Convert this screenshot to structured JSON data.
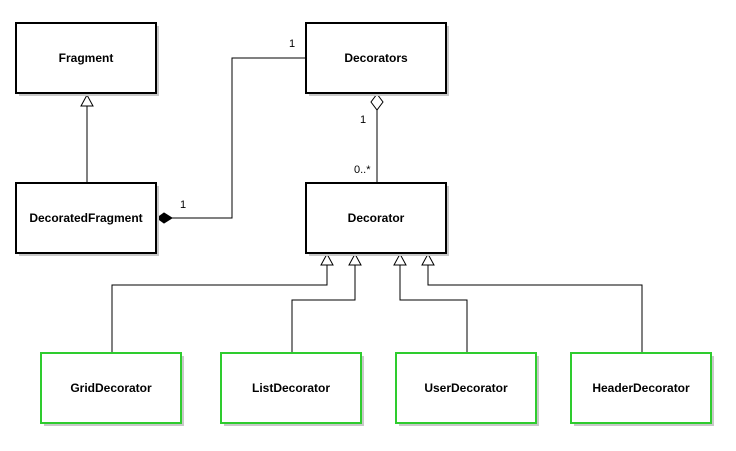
{
  "colors": {
    "background": "#ffffff",
    "default_border": "#000000",
    "highlight_border": "#2ecc2e",
    "box_fill": "#ffffff",
    "shadow": "#c8c8c8"
  },
  "classes": {
    "fragment": "Fragment",
    "decorators": "Decorators",
    "decorated_fragment": "DecoratedFragment",
    "decorator": "Decorator",
    "grid_decorator": "GridDecorator",
    "list_decorator": "ListDecorator",
    "user_decorator": "UserDecorator",
    "header_decorator": "HeaderDecorator"
  },
  "multiplicities": {
    "decorators_end": "1",
    "decorated_fragment_end": "1",
    "aggregation_source": "1",
    "aggregation_target": "0..*"
  }
}
